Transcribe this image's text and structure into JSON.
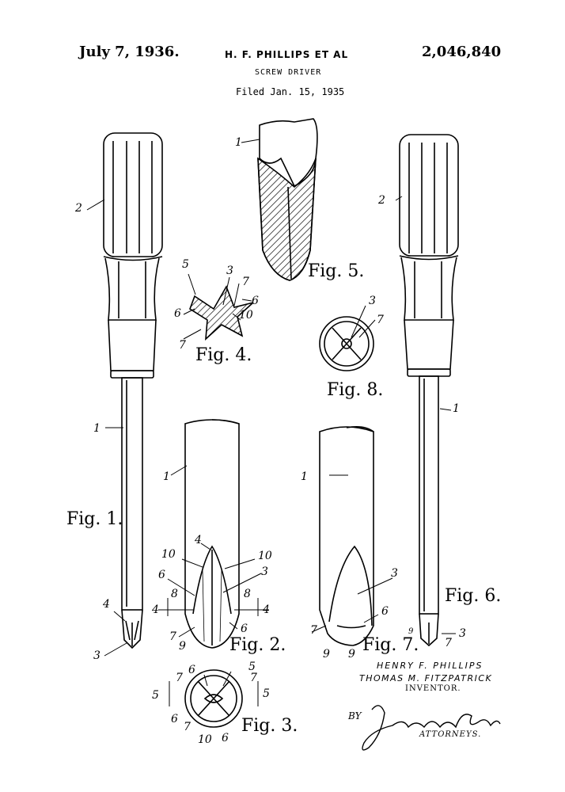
{
  "header": {
    "date": "July 7, 1936.",
    "inventors": "H. F. PHILLIPS ET AL",
    "patent_number": "2,046,840",
    "title": "SCREW DRIVER",
    "filed": "Filed Jan. 15, 1935"
  },
  "figures": {
    "fig1": "Fig. 1.",
    "fig2": "Fig. 2.",
    "fig3": "Fig. 3.",
    "fig4": "Fig. 4.",
    "fig5": "Fig. 5.",
    "fig6": "Fig. 6.",
    "fig7": "Fig. 7.",
    "fig8": "Fig. 8."
  },
  "reference_numerals": {
    "fig1": [
      "2",
      "1",
      "4",
      "3"
    ],
    "fig4": [
      "5",
      "3",
      "7",
      "6",
      "6",
      "10",
      "7"
    ],
    "fig5": [
      "1"
    ],
    "fig8": [
      "3",
      "7"
    ],
    "fig2": [
      "1",
      "4",
      "10",
      "10",
      "6",
      "3",
      "8",
      "8",
      "4",
      "4",
      "7",
      "9",
      "6"
    ],
    "fig3": [
      "6",
      "5",
      "7",
      "7",
      "5",
      "5",
      "6",
      "7",
      "10",
      "6"
    ],
    "fig7": [
      "1",
      "3",
      "6",
      "7",
      "9",
      "9"
    ],
    "fig6": [
      "2",
      "1",
      "9",
      "3",
      "7"
    ]
  },
  "inventors_block": {
    "name1": "HENRY F. PHILLIPS",
    "name2": "THOMAS M. FITZPATRICK",
    "role": "INVENTOR.",
    "by": "BY",
    "attorneys": "ATTORNEYS."
  }
}
